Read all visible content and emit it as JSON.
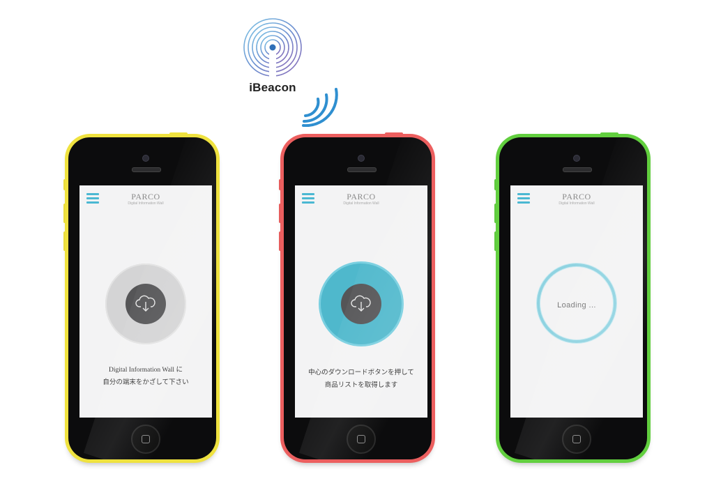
{
  "beacon": {
    "label": "iBeacon"
  },
  "phones": [
    {
      "color": "#efe23f",
      "logo": {
        "main": "PARCO",
        "sub": "Digital Information Wall"
      },
      "button_state": "idle",
      "message": [
        "Digital Information Wall に",
        "自分の端末をかざして下さい"
      ]
    },
    {
      "color": "#ec5f5f",
      "logo": {
        "main": "PARCO",
        "sub": "Digital Information Wall"
      },
      "button_state": "active",
      "message": [
        "中心のダウンロードボタンを押して",
        "商品リストを取得します"
      ]
    },
    {
      "color": "#62cf3f",
      "logo": {
        "main": "PARCO",
        "sub": "Digital Information Wall"
      },
      "button_state": "loading",
      "loading_text": "Loading ..."
    }
  ],
  "colors": {
    "accent": "#4bb8d2",
    "beacon_blue": "#2f8fd0"
  }
}
